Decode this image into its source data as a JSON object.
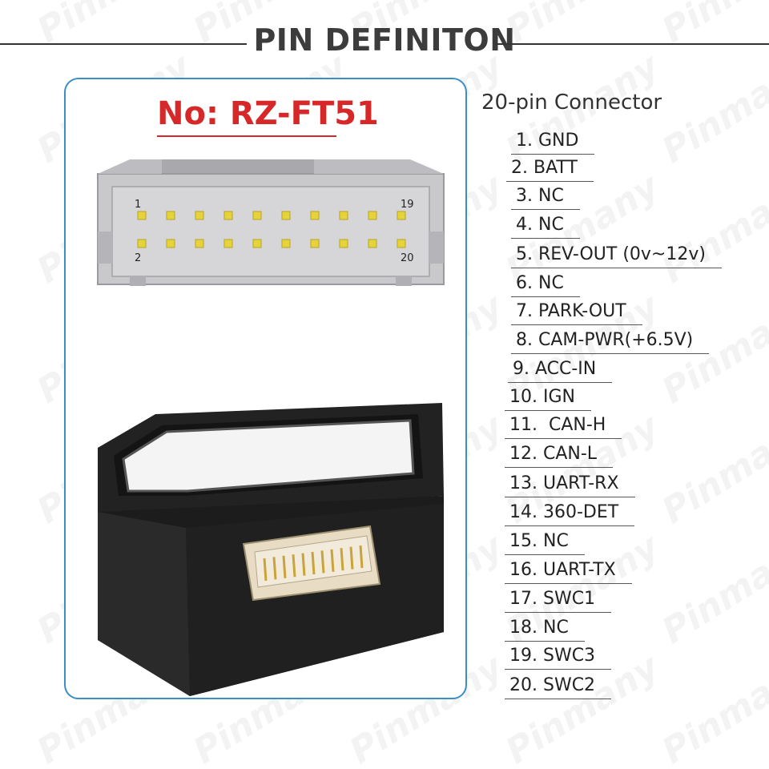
{
  "header": {
    "title": "PIN DEFINITON"
  },
  "product": {
    "model_label": "No: RZ-FT51"
  },
  "connector_face": {
    "pin_labels": [
      "1",
      "19",
      "2",
      "20"
    ]
  },
  "pinout": {
    "heading": "20-pin Connector",
    "pins": [
      "1. GND",
      "2. BATT",
      "3. NC",
      "4. NC",
      "5. REV-OUT (0v~12v)",
      "6. NC",
      "7. PARK-OUT",
      "8. CAM-PWR(+6.5V)",
      "9. ACC-IN",
      "10. IGN",
      "11.  CAN-H",
      "12. CAN-L",
      "13. UART-RX",
      "14. 360-DET",
      "15. NC",
      "16. UART-TX",
      "17. SWC1",
      "18. NC",
      "19. SWC3",
      "20. SWC2"
    ]
  },
  "watermark": {
    "text": "Pinmany"
  },
  "colors": {
    "accent_red": "#d62828",
    "panel_border": "#3b8fc6",
    "pin_gold": "#e6d23a",
    "housing_gray": "#c9c9cc",
    "module_black": "#1c1c1c"
  }
}
